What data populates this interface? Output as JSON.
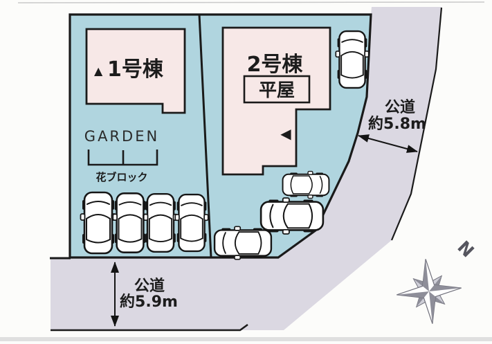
{
  "plan": {
    "type": "site-plan",
    "colors": {
      "background": "#fcfcfa",
      "lot": "#b0d5df",
      "building": "#f7e8e7",
      "road": "#dbd8e2",
      "outline": "#1a1a1a",
      "compass_light": "#cfcfd8",
      "compass_dark": "#8e8e99"
    },
    "buildings": [
      {
        "marker": "▲",
        "name": "1号棟"
      },
      {
        "name": "2号棟",
        "badge": "平屋",
        "direction_marker": "◀"
      }
    ],
    "garden": {
      "label": "GARDEN",
      "block_label": "花ブロック"
    },
    "roads": [
      {
        "name": "公道",
        "width": "約5.8m",
        "side": "east"
      },
      {
        "name": "公道",
        "width": "約5.9m",
        "side": "south"
      }
    ],
    "compass": {
      "north_label": "N"
    },
    "cars": {
      "front_parking_count": 4,
      "side_parking_count": 3,
      "east_parking_count": 1
    }
  }
}
